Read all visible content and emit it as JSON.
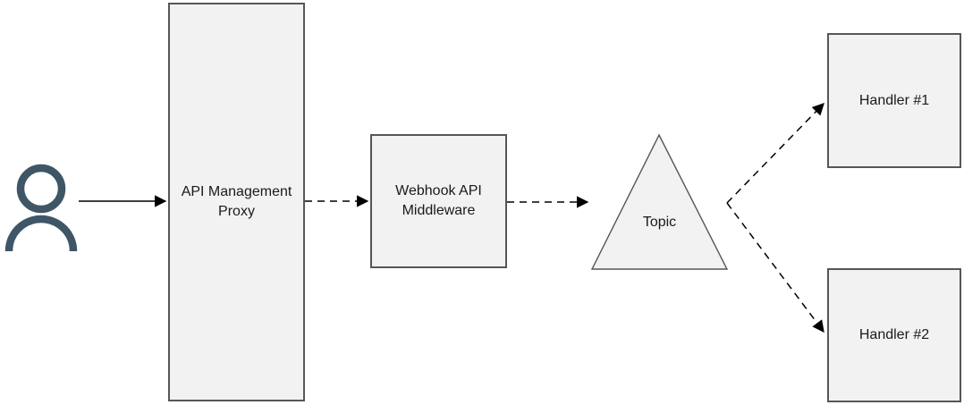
{
  "colors": {
    "canvas-bg": "#ffffff",
    "node-fill": "#f2f2f2",
    "node-stroke": "#565656",
    "arrow": "#000000",
    "person": "#3f5666",
    "text": "#1a1a1a"
  },
  "nodes": {
    "proxy": {
      "lines": [
        "API Management",
        "Proxy"
      ]
    },
    "middleware": {
      "lines": [
        "Webhook API",
        "Middleware"
      ]
    },
    "topic": {
      "label": "Topic"
    },
    "handler1": {
      "label": "Handler #1"
    },
    "handler2": {
      "label": "Handler #2"
    }
  }
}
